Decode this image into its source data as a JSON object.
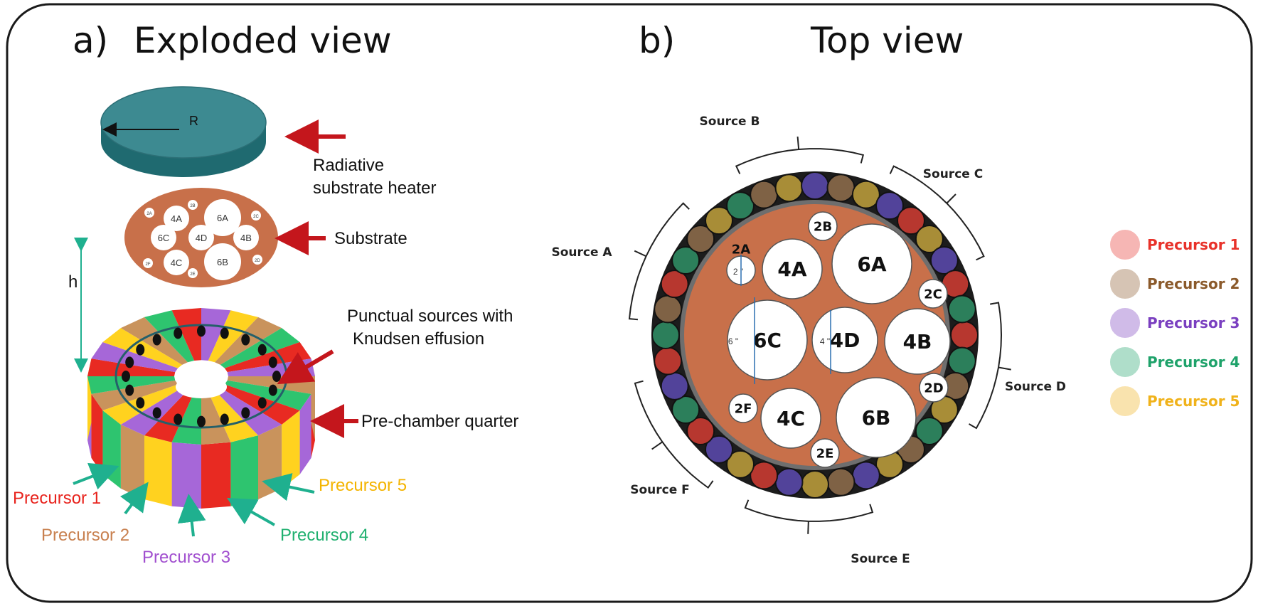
{
  "panel_a": {
    "label": "a)",
    "title": "Exploded view",
    "heater_radius_label": "R",
    "heater_label_line1": "Radiative",
    "heater_label_line2": "substrate heater",
    "substrate_label": "Substrate",
    "height_label": "h",
    "sources_label_line1": "Punctual sources with",
    "sources_label_line2": "Knudsen effusion",
    "prechamber_label": "Pre-chamber quarter",
    "substrate_wafers": [
      "2B",
      "4A",
      "6A",
      "2A",
      "2C",
      "6C",
      "4D",
      "4B",
      "2F",
      "2D",
      "4C",
      "6B",
      "2E"
    ],
    "precursor_labels": [
      {
        "text": "Precursor 1",
        "color": "#e8231d"
      },
      {
        "text": "Precursor 2",
        "color": "#c8804f"
      },
      {
        "text": "Precursor 3",
        "color": "#a14fcf"
      },
      {
        "text": "Precursor 4",
        "color": "#1fb06f"
      },
      {
        "text": "Precursor 5",
        "color": "#f4b400"
      }
    ]
  },
  "panel_b": {
    "label": "b)",
    "title": "Top view",
    "sources": [
      "Source A",
      "Source B",
      "Source C",
      "Source D",
      "Source E",
      "Source F"
    ],
    "wafers": [
      {
        "id": "2B"
      },
      {
        "id": "2A",
        "dim": "2 \""
      },
      {
        "id": "4A"
      },
      {
        "id": "6A"
      },
      {
        "id": "2C"
      },
      {
        "id": "6C",
        "dim": "6 \""
      },
      {
        "id": "4D",
        "dim": "4 \""
      },
      {
        "id": "4B"
      },
      {
        "id": "2D"
      },
      {
        "id": "2F"
      },
      {
        "id": "4C"
      },
      {
        "id": "6B"
      },
      {
        "id": "2E"
      }
    ],
    "legend": [
      {
        "text": "Precursor 1",
        "color": "#e8322a"
      },
      {
        "text": "Precursor 2",
        "color": "#8b5a2b"
      },
      {
        "text": "Precursor 3",
        "color": "#7a3fc0"
      },
      {
        "text": "Precursor 4",
        "color": "#1ea26a"
      },
      {
        "text": "Precursor 5",
        "color": "#f0b21a"
      }
    ]
  },
  "colors": {
    "heater": "#2f7a82",
    "substrate": "#c8704a",
    "red": "#e82a22",
    "tan": "#c9935c",
    "purple": "#a667d8",
    "green": "#2ec46f",
    "yellow": "#ffd21f",
    "arrow_red": "#c4161c",
    "arrow_green": "#1fb08f"
  }
}
